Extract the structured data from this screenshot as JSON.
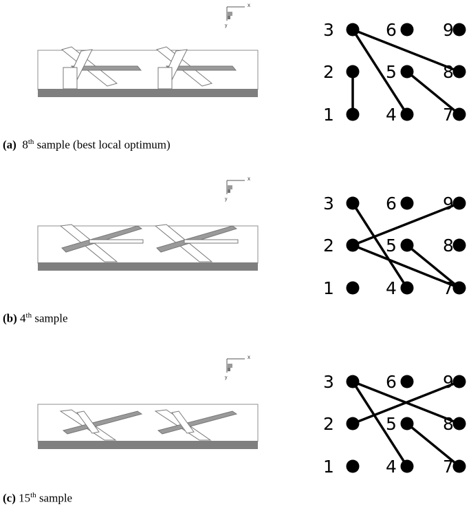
{
  "axis_glyph": {
    "x_label": "x",
    "y_label": "y"
  },
  "captions": [
    {
      "letter": "(a)",
      "ordinal": "8",
      "suffix": "th",
      "text": "sample (best local optimum)"
    },
    {
      "letter": "(b)",
      "ordinal": "4",
      "suffix": "th",
      "text": "sample"
    },
    {
      "letter": "(c)",
      "ordinal": "15",
      "suffix": "th",
      "text": "sample"
    }
  ],
  "node_labels": [
    "1",
    "2",
    "3",
    "4",
    "5",
    "6",
    "7",
    "8",
    "9"
  ],
  "panels": [
    {
      "id": "a",
      "connections": [
        [
          1,
          2
        ],
        [
          3,
          4
        ],
        [
          3,
          8
        ],
        [
          5,
          7
        ]
      ]
    },
    {
      "id": "b",
      "connections": [
        [
          3,
          4
        ],
        [
          2,
          9
        ],
        [
          2,
          7
        ],
        [
          5,
          7
        ]
      ]
    },
    {
      "id": "c",
      "connections": [
        [
          3,
          4
        ],
        [
          3,
          8
        ],
        [
          2,
          9
        ],
        [
          5,
          7
        ]
      ]
    }
  ],
  "colors": {
    "line": "#000000",
    "base": "#7f7f7f",
    "body_fill": "#ffffff",
    "edge": "#8c8c8c",
    "bar": "#9a9a9a"
  }
}
